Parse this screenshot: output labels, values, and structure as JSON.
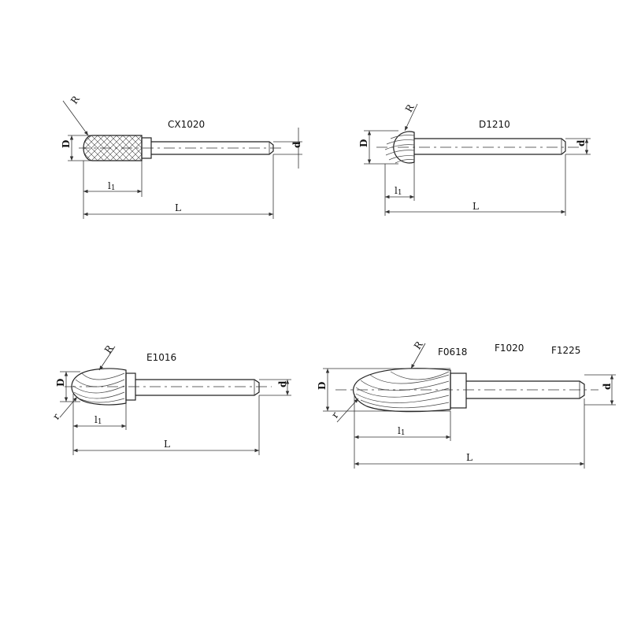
{
  "tools": [
    {
      "codes": [
        "CX1020"
      ],
      "labels": {
        "R": "R",
        "D": "D",
        "d": "d",
        "l": "l",
        "l_sub": "1",
        "L": "L"
      }
    },
    {
      "codes": [
        "D1210"
      ],
      "labels": {
        "R": "R",
        "D": "D",
        "d": "d",
        "l": "l",
        "l_sub": "1",
        "L": "L"
      }
    },
    {
      "codes": [
        "E1016"
      ],
      "labels": {
        "R": "R",
        "r": "r",
        "D": "D",
        "d": "d",
        "l": "l",
        "l_sub": "1",
        "L": "L"
      }
    },
    {
      "codes": [
        "F0618",
        "F1020",
        "F1225"
      ],
      "labels": {
        "R": "R",
        "r": "r",
        "D": "D",
        "d": "d",
        "l": "l",
        "l_sub": "1",
        "L": "L"
      }
    }
  ]
}
